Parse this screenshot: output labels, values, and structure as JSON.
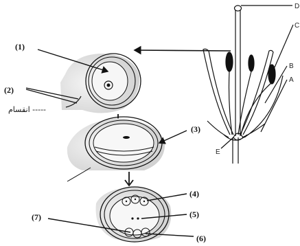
{
  "diagram": {
    "flower_labels": {
      "A": "A",
      "B": "B",
      "C": "C",
      "D": "D",
      "E": "E"
    },
    "stage_labels": {
      "s1": "(1)",
      "s2": "(2)",
      "s3": "(3)",
      "s4": "(4)",
      "s5": "(5)",
      "s6": "(6)",
      "s7": "(7)"
    },
    "division_text": "انقسام -----",
    "colors": {
      "ink": "#111111",
      "shade": "#d9d9d9",
      "shade_light": "#ececec"
    }
  }
}
